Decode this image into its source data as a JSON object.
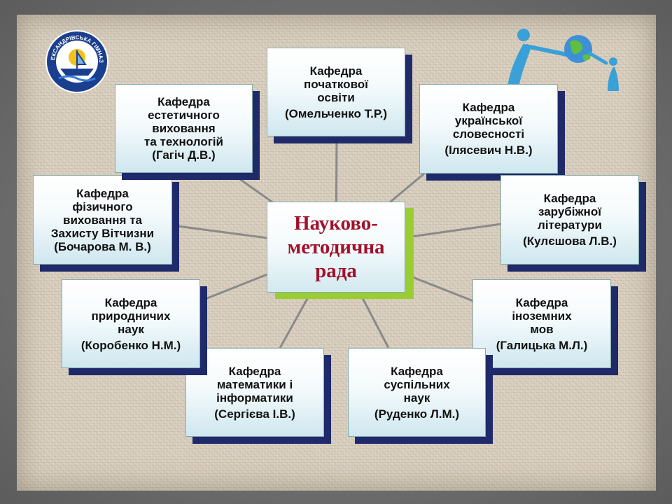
{
  "center": {
    "lines": [
      "Науково-",
      "методична",
      "рада"
    ]
  },
  "departments": [
    {
      "id": "primary",
      "lines": [
        "Кафедра",
        "початкової",
        "освіти",
        "(Омельченко Т.Р.)"
      ]
    },
    {
      "id": "ukrainian",
      "lines": [
        "Кафедра",
        "української",
        "словесності",
        "(Ілясевич Н.В.)"
      ]
    },
    {
      "id": "foreign-lit",
      "lines": [
        "Кафедра",
        "зарубіжної",
        "літератури",
        "(Кулєшова Л.В.)"
      ]
    },
    {
      "id": "foreign-lang",
      "lines": [
        "Кафедра",
        "іноземних",
        "мов",
        "(Галицька М.Л.)"
      ]
    },
    {
      "id": "social",
      "lines": [
        "Кафедра",
        "суспільних",
        "наук",
        "(Руденко Л.М.)"
      ]
    },
    {
      "id": "math",
      "lines": [
        "Кафедра",
        "математики і",
        "інформатики",
        "(Сергієва І.В.)"
      ]
    },
    {
      "id": "natural",
      "lines": [
        "Кафедра",
        "природничих",
        "наук",
        "(Коробенко Н.М.)"
      ]
    },
    {
      "id": "physical",
      "lines": [
        "Кафедра",
        "фізичного",
        "виховання та",
        "Захисту Вітчизни",
        "(Бочарова М. В.)"
      ]
    },
    {
      "id": "aesthetic",
      "lines": [
        "Кафедра",
        "естетичного",
        "виховання",
        "та технологій",
        "(Гагіч Д.В.)"
      ]
    }
  ],
  "logo": {
    "text": "ОЛЕКСАНДРІВСЬКА ГІМНАЗІЯ",
    "icon": "ship-emblem-icon"
  },
  "decor": {
    "icon": "people-globe-icon"
  },
  "colors": {
    "shadow": "#1f2a6b",
    "center_shadow": "#9acd32",
    "center_text": "#a1112a",
    "connector": "#8a8a8a"
  }
}
